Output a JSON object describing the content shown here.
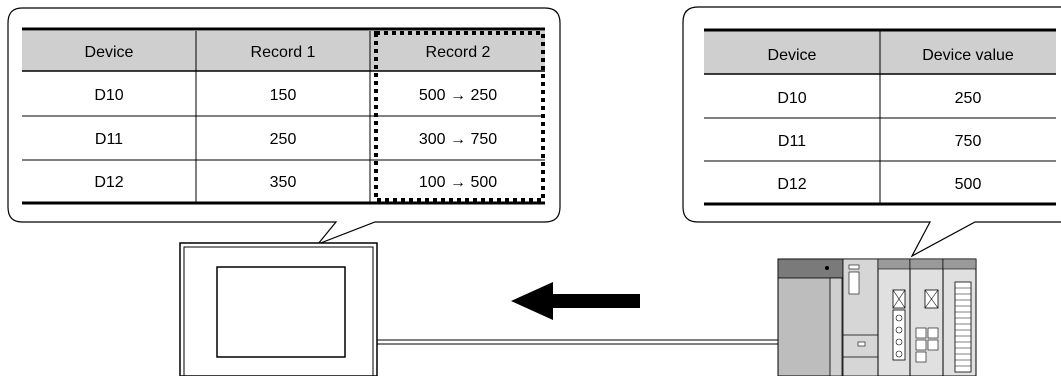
{
  "left_table": {
    "headers": [
      "Device",
      "Record 1",
      "Record 2"
    ],
    "rows": [
      [
        "D10",
        "150",
        "500 → 250"
      ],
      [
        "D11",
        "250",
        "300 → 750"
      ],
      [
        "D12",
        "350",
        "100 → 500"
      ]
    ]
  },
  "right_table": {
    "headers": [
      "Device",
      "Device value"
    ],
    "rows": [
      [
        "D10",
        "250"
      ],
      [
        "D11",
        "750"
      ],
      [
        "D12",
        "500"
      ]
    ]
  },
  "colors": {
    "header_fill": "#cfcfcf",
    "line": "#000000",
    "device_fill": "#bdbdbd"
  },
  "icons": {
    "left_device": "touch-panel-got",
    "right_device": "plc-rack",
    "arrow": "left-arrow"
  }
}
